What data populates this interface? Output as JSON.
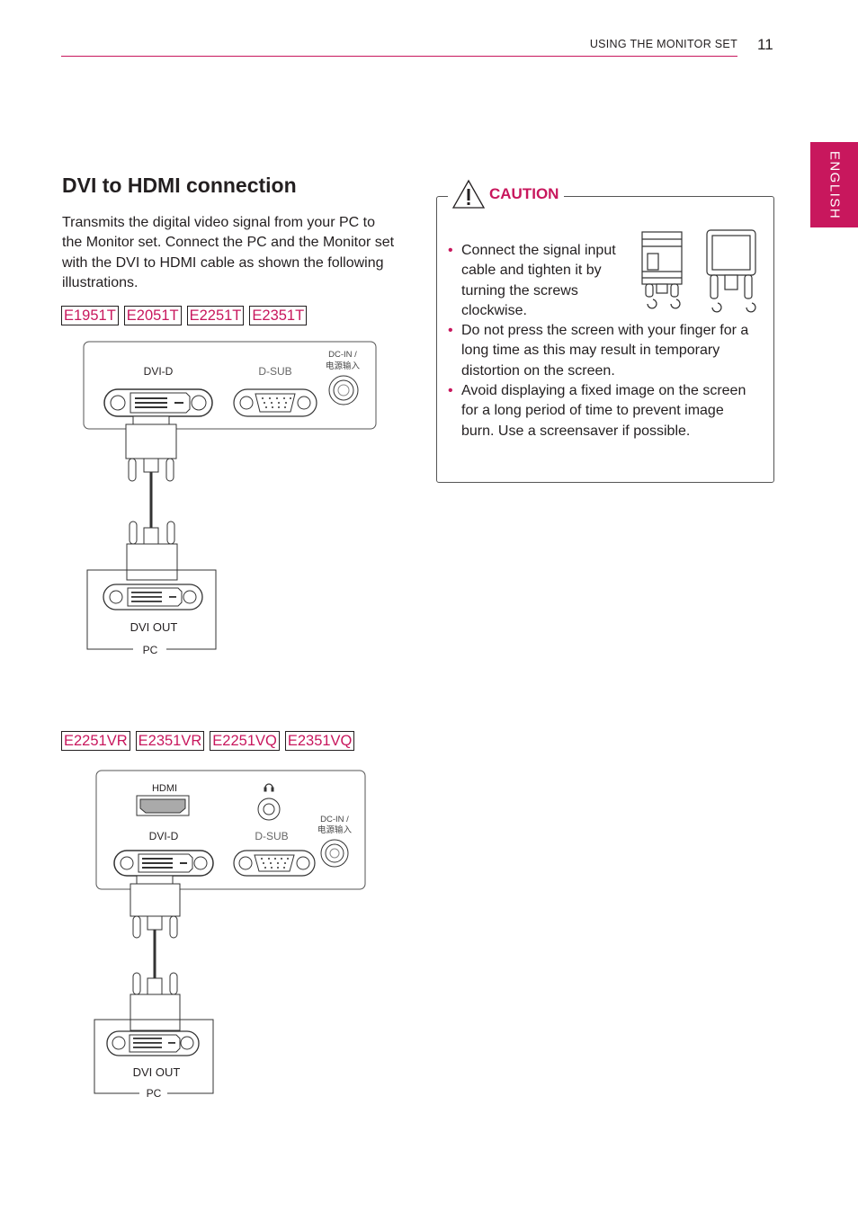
{
  "header": {
    "section": "USING THE MONITOR SET",
    "page_number": "11"
  },
  "language_tab": "ENGLISH",
  "title": "DVI to HDMI connection",
  "intro": "Transmits the digital video signal from your PC to the Monitor set. Connect the PC and the Monitor set with the DVI to HDMI cable as shown the following illustrations.",
  "models_group1": [
    "E1951T",
    "E2051T",
    "E2251T",
    "E2351T"
  ],
  "models_group2": [
    "E2251VR",
    "E2351VR",
    "E2251VQ",
    "E2351VQ"
  ],
  "caution": {
    "label": "CAUTION",
    "items": [
      "Connect the signal input cable and tighten it by turning the screws clockwise.",
      "Do not press the screen with your finger for a long time as this may result in temporary distortion on the screen.",
      "Avoid displaying a fixed image on the screen for a long period of time to prevent image burn. Use a screensaver if possible."
    ]
  },
  "diagram1": {
    "port_dvi": "DVI-D",
    "port_dsub": "D-SUB",
    "port_dcin": "DC-IN /",
    "port_dcin_cn": "电源输入",
    "pc_port": "DVI OUT",
    "pc_label": "PC"
  },
  "diagram2": {
    "port_hdmi": "HDMI",
    "port_dvi": "DVI-D",
    "port_dsub": "D-SUB",
    "port_dcin": "DC-IN /",
    "port_dcin_cn": "电源输入",
    "pc_port": "DVI OUT",
    "pc_label": "PC"
  },
  "colors": {
    "accent": "#c8175d",
    "text": "#231f20"
  }
}
